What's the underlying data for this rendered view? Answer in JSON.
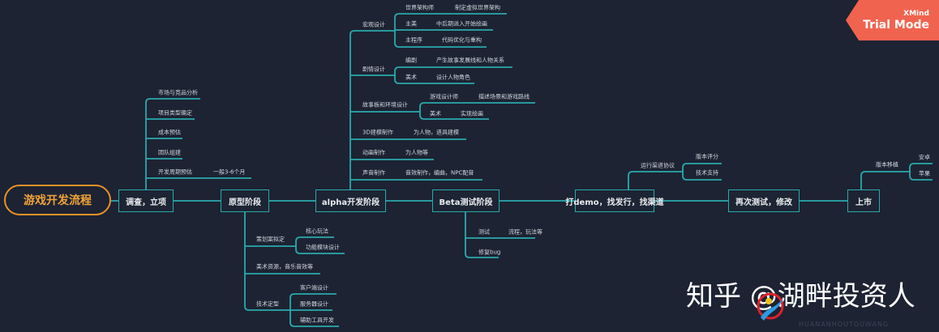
{
  "root": {
    "label": "游戏开发流程",
    "color": "#f0a23a"
  },
  "colors": {
    "background": "#1d2332",
    "line": "#2aa9ad",
    "badge": "#f0634f"
  },
  "badge": {
    "line1": "XMind",
    "line2": "Trial Mode"
  },
  "watermark": {
    "text": "知乎 @湖畔投资人",
    "logo_text": "HUANANHOUTOUWANG"
  },
  "stages": [
    {
      "label": "调查，立项",
      "children": [
        {
          "label": "市场与竞品分析"
        },
        {
          "label": "项目类型确定"
        },
        {
          "label": "成本预估"
        },
        {
          "label": "团队组建"
        },
        {
          "label": "开发周期预估",
          "note": "一般3-6个月"
        }
      ]
    },
    {
      "label": "原型阶段",
      "children": [
        {
          "label": "策划案拟定",
          "children": [
            {
              "label": "核心玩法"
            },
            {
              "label": "功能模块设计"
            }
          ]
        },
        {
          "label": "美术资源，音乐音效等"
        },
        {
          "label": "技术定型",
          "children": [
            {
              "label": "客户端设计"
            },
            {
              "label": "服务器设计"
            },
            {
              "label": "辅助工具开发"
            }
          ]
        }
      ]
    },
    {
      "label": "alpha开发阶段",
      "children": [
        {
          "label": "宏观设计",
          "children": [
            {
              "label": "世界架构师",
              "note": "制定虚拟世界架构"
            },
            {
              "label": "主美",
              "note": "中后期进入开始绘画"
            },
            {
              "label": "主程序",
              "note": "代码优化与重构"
            }
          ]
        },
        {
          "label": "剧情设计",
          "children": [
            {
              "label": "编剧",
              "note": "产生故事发展线和人物关系"
            },
            {
              "label": "美术",
              "note": "设计人物角色"
            }
          ]
        },
        {
          "label": "故事板和环境设计",
          "children": [
            {
              "label": "游戏设计师",
              "note": "描述场景和游戏路线"
            },
            {
              "label": "美术",
              "note": "实现绘画"
            }
          ]
        },
        {
          "label": "3D建模制作",
          "note": "为人物，道具建模"
        },
        {
          "label": "动画制作",
          "note": "为人物等"
        },
        {
          "label": "声音制作",
          "note": "音效制作，编曲，NPC配音"
        }
      ]
    },
    {
      "label": "Beta测试阶段",
      "children": [
        {
          "label": "测试",
          "note": "流程，玩法等"
        },
        {
          "label": "修复bug"
        }
      ]
    },
    {
      "label": "打demo，找发行，找渠道",
      "children": [
        {
          "label": "运行渠道协议",
          "children": [
            {
              "label": "版本评分"
            },
            {
              "label": "技术支持"
            }
          ]
        }
      ]
    },
    {
      "label": "再次测试，修改"
    },
    {
      "label": "上市",
      "children": [
        {
          "label": "版本移植",
          "children": [
            {
              "label": "安卓"
            },
            {
              "label": "苹果"
            }
          ]
        }
      ]
    }
  ]
}
